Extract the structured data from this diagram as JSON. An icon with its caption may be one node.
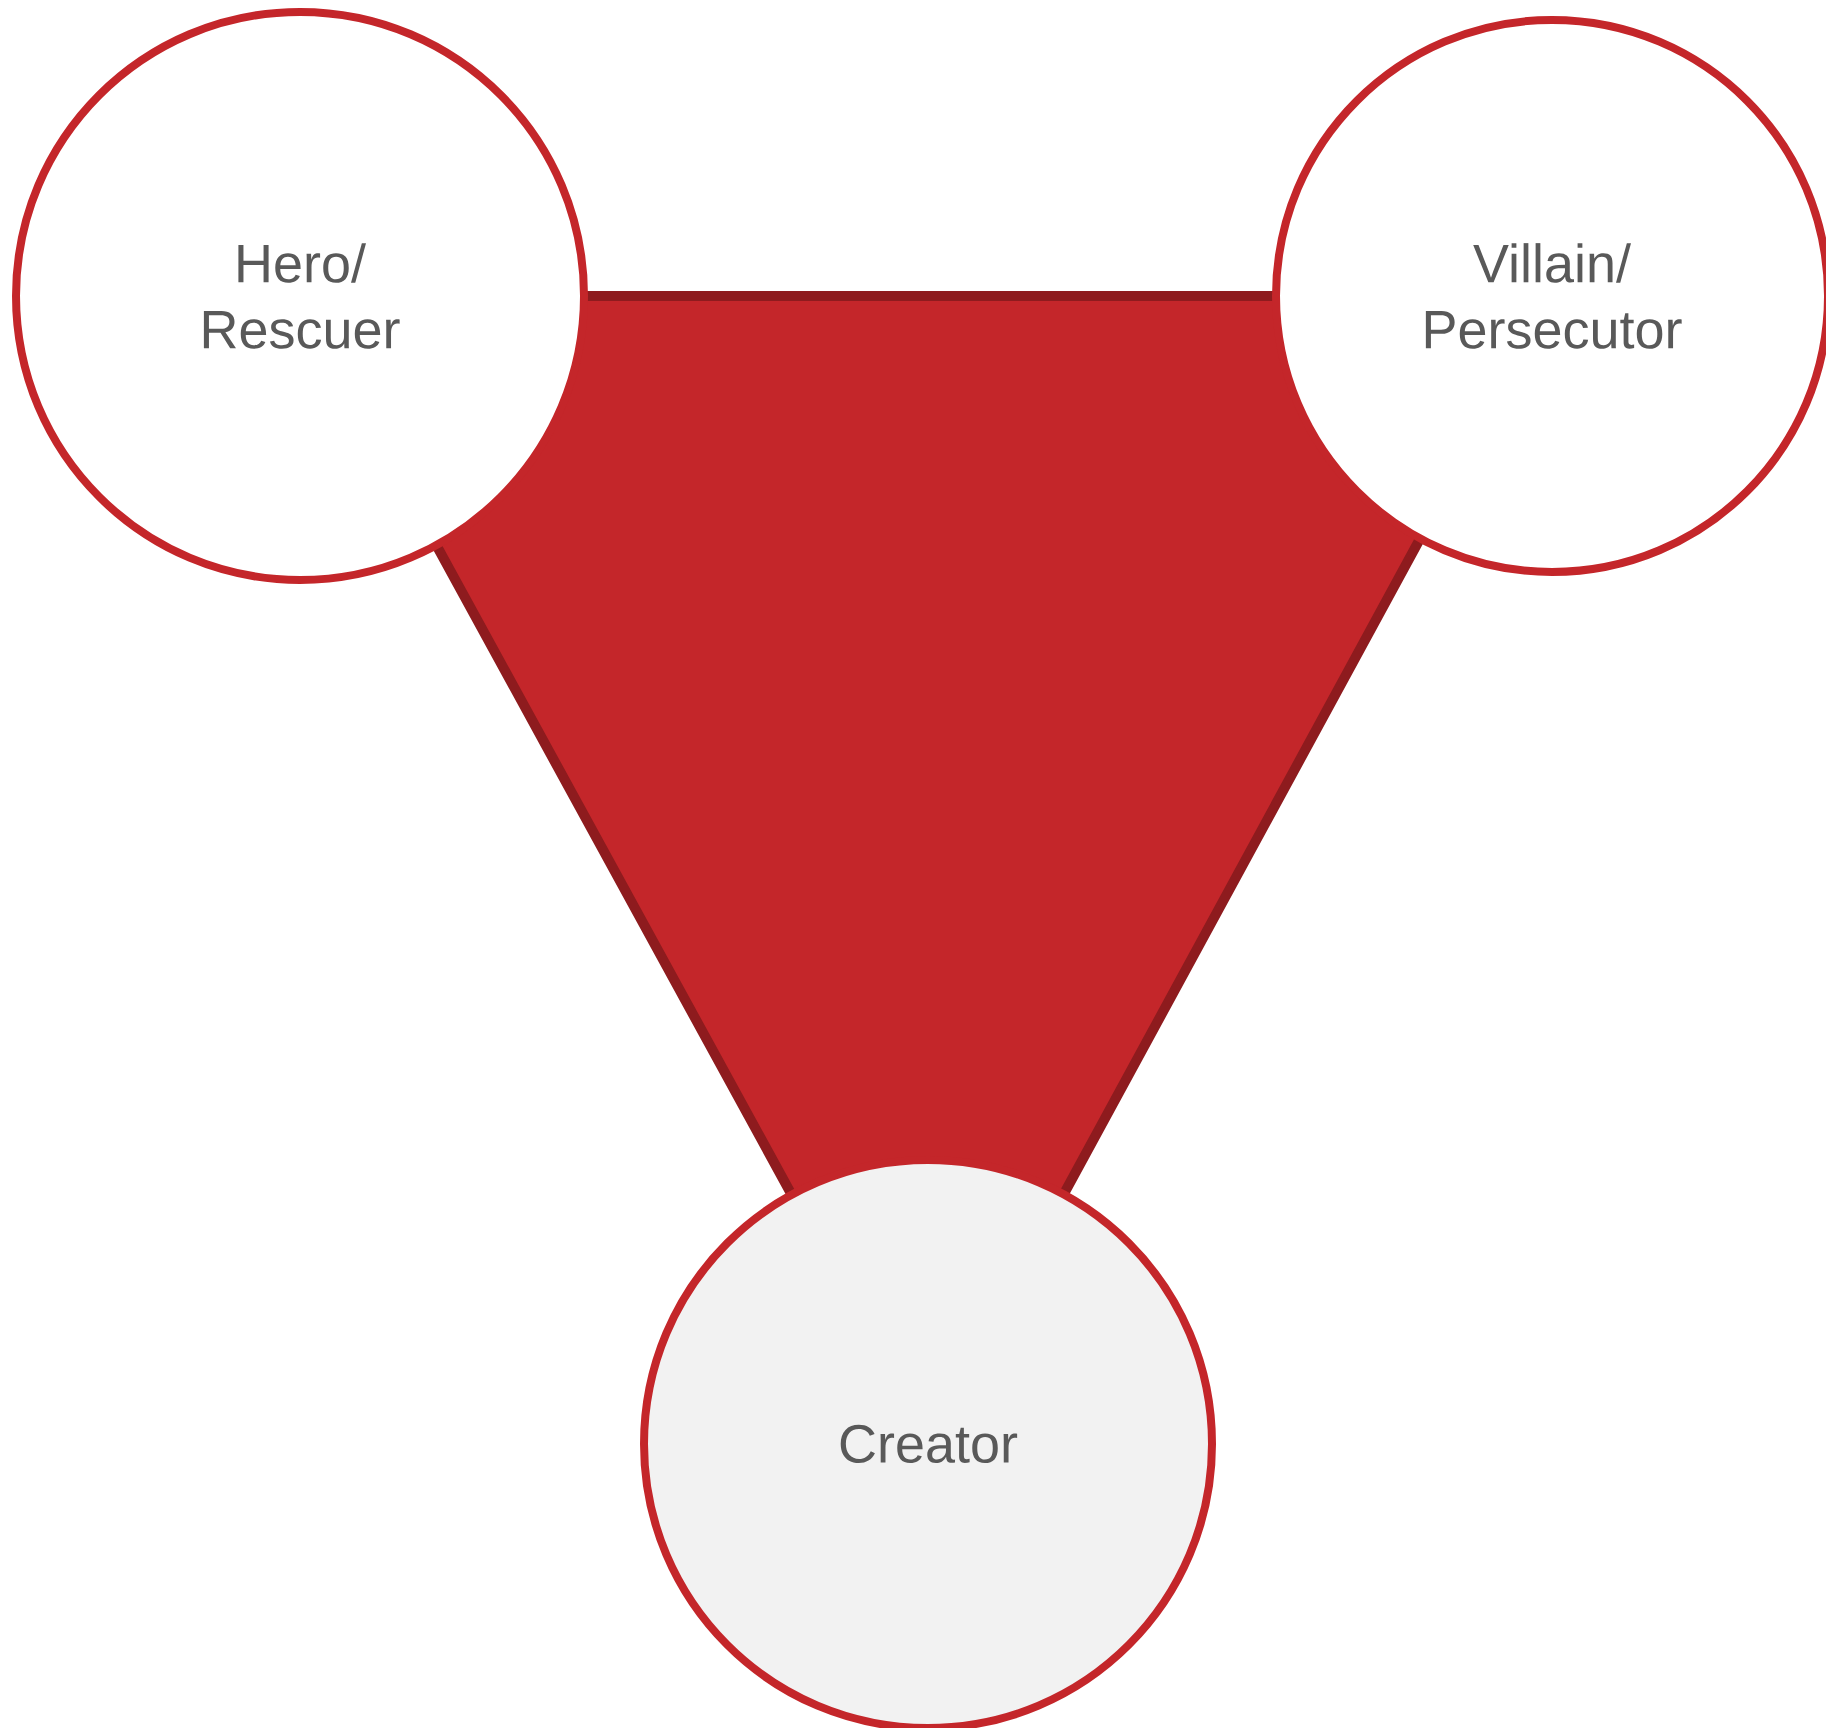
{
  "diagram": {
    "nodes": [
      {
        "text": [
          "Hero/ Rescuer"
        ]
      },
      {
        "text": [
          "Villain/ Persecutor"
        ]
      },
      {
        "text": [
          "Creator"
        ]
      }
    ]
  }
}
